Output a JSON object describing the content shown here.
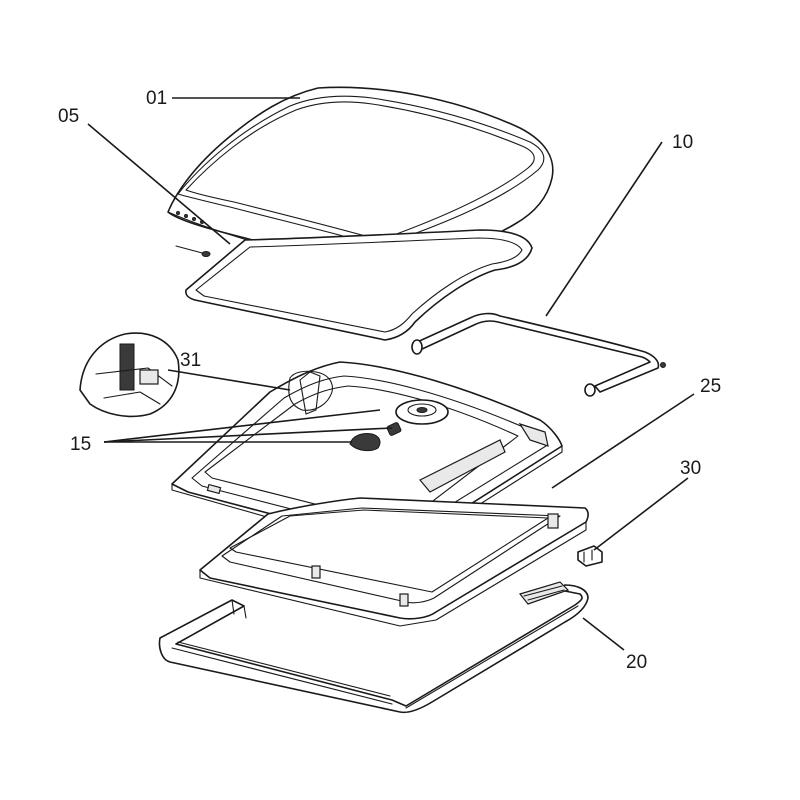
{
  "diagram": {
    "callouts": {
      "c01": "01",
      "c05": "05",
      "c10": "10",
      "c15": "15",
      "c20": "20",
      "c25": "25",
      "c30": "30",
      "c31": "31"
    }
  }
}
